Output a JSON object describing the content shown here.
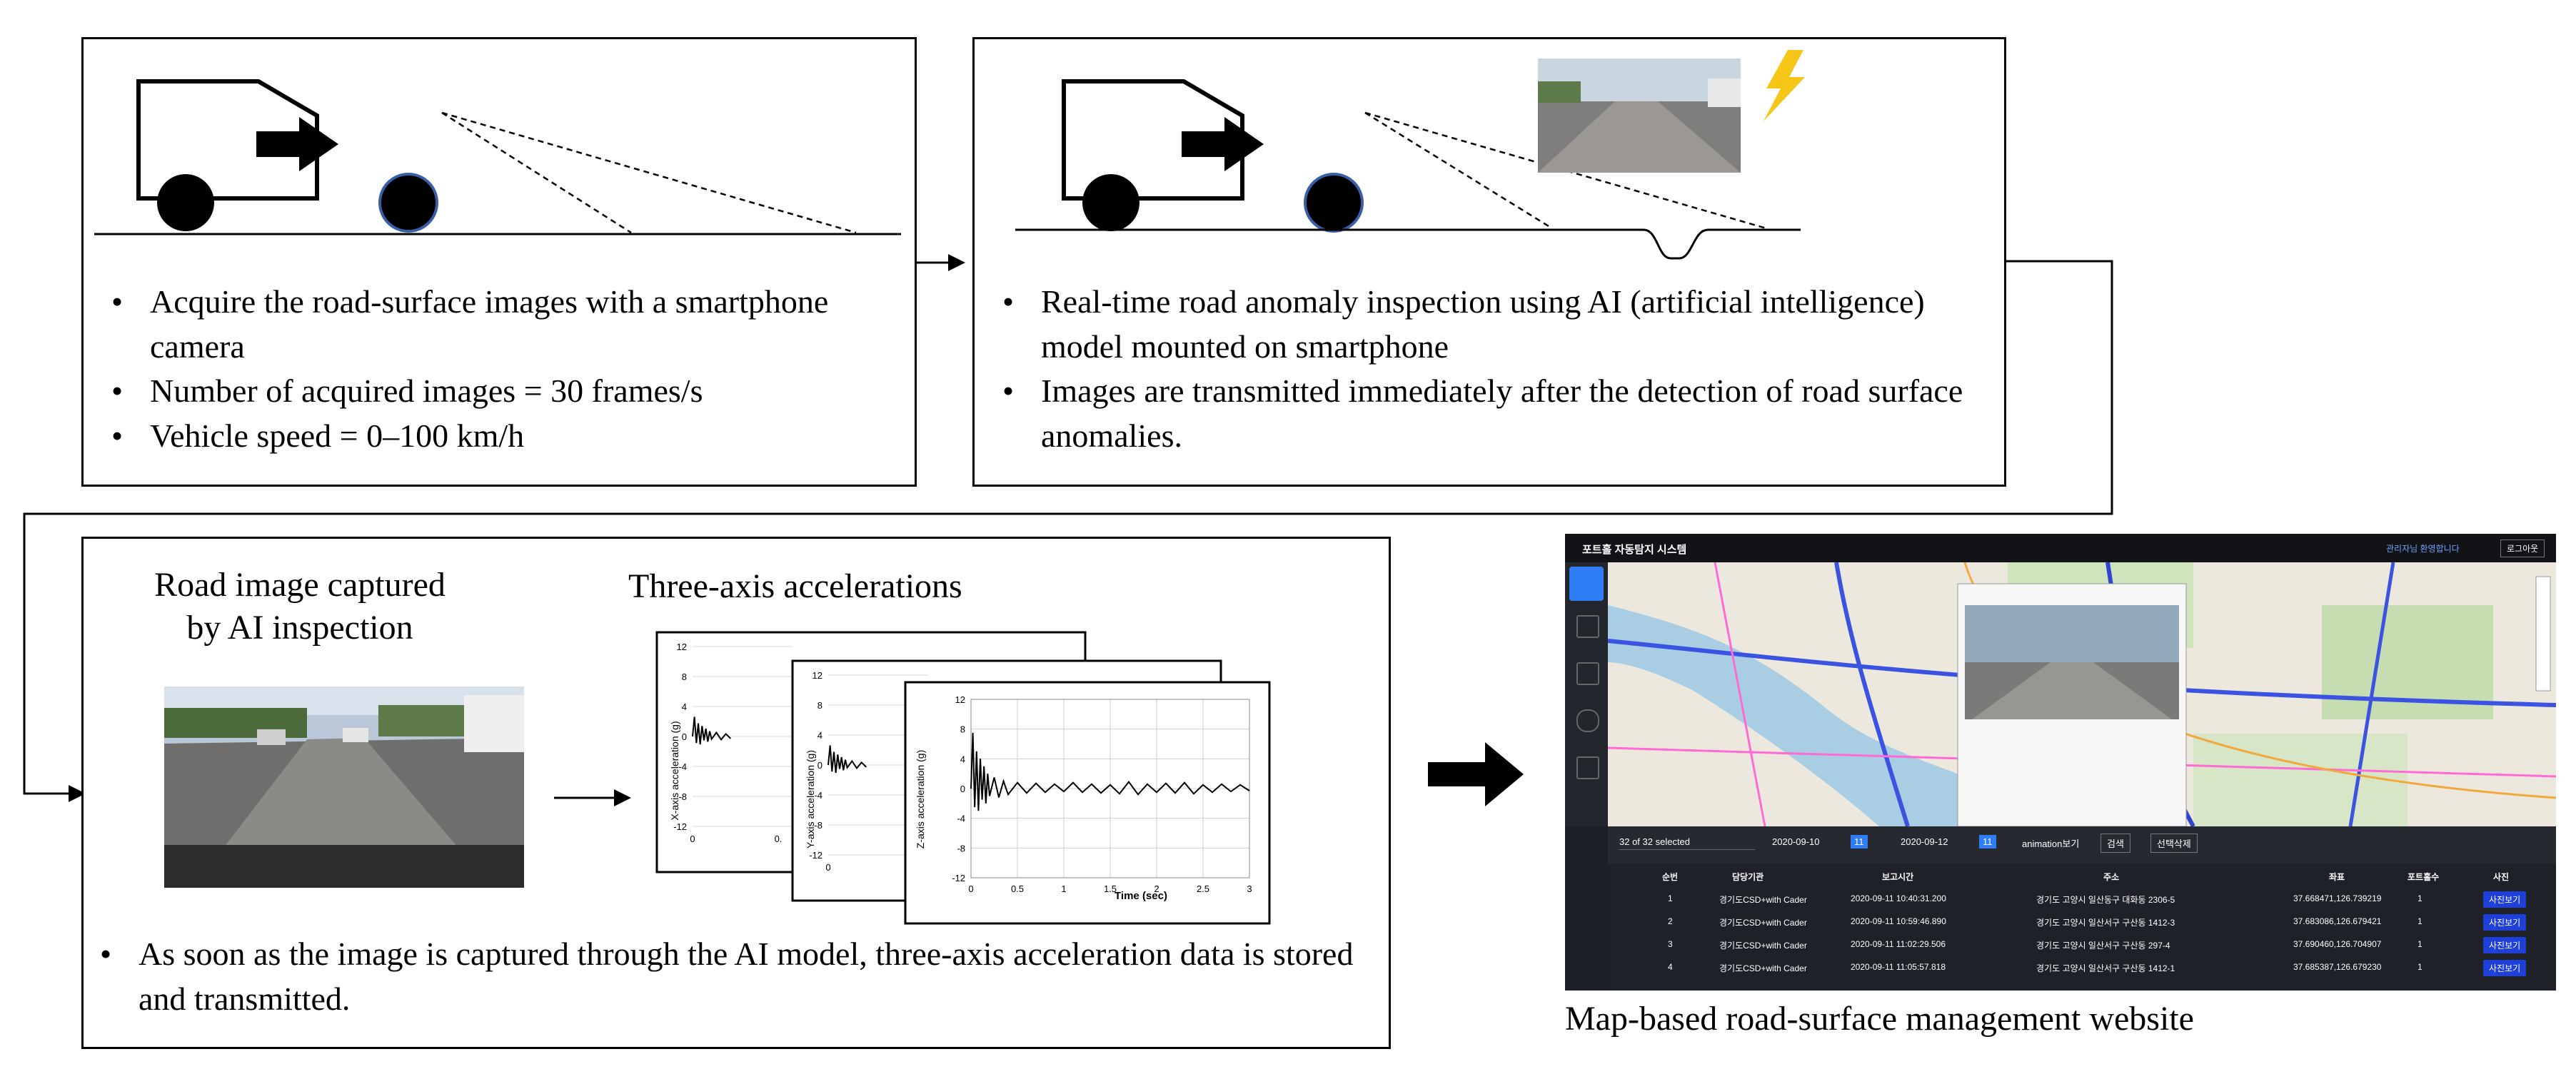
{
  "panel1": {
    "bullets": [
      "Acquire the road-surface images with a smartphone camera",
      "Number of acquired images = 30 frames/s",
      "Vehicle speed = 0–100 km/h"
    ]
  },
  "panel2": {
    "bullets": [
      "Real-time road anomaly inspection using AI (artificial intelligence)  model mounted on smartphone",
      "Images are transmitted immediately after the detection of road surface anomalies."
    ]
  },
  "panel3": {
    "road_caption": "Road image captured by AI inspection",
    "accel_title": "Three-axis  accelerations",
    "bullet": "As soon as the image is captured through the AI model, three-axis acceleration  data is stored and transmitted."
  },
  "charts": {
    "x_ylabel": "X-axis acceleration (g)",
    "y_ylabel": "Y-axis acceleration (g)",
    "z_ylabel": "Z-axis acceleration (g)",
    "xlabel": "Time (sec)",
    "y_ticks": [
      "12",
      "8",
      "4",
      "0",
      "-4",
      "-8",
      "-12"
    ],
    "x_ticks": [
      "0",
      "0.5",
      "1",
      "1.5",
      "2",
      "2.5",
      "3"
    ],
    "back_x_ticks": [
      "0",
      "0."
    ]
  },
  "chart_data": {
    "type": "line",
    "title": "Three-axis  accelerations",
    "xlabel": "Time (sec)",
    "ylabel": "Z-axis acceleration (g)",
    "xlim": [
      0,
      3
    ],
    "ylim": [
      -12,
      12
    ],
    "grid": true,
    "series": [
      {
        "x": [
          0,
          0.02,
          0.04,
          0.06,
          0.08,
          0.1,
          0.12,
          0.14,
          0.16,
          0.18,
          0.2,
          0.25,
          0.3,
          0.35,
          0.4,
          0.5,
          0.6,
          0.7,
          0.8,
          0.9,
          1.0,
          1.1,
          1.2,
          1.3,
          1.4,
          1.5,
          1.6,
          1.7,
          1.8,
          1.9,
          2.0,
          2.1,
          2.2,
          2.3,
          2.4,
          2.5,
          2.6,
          2.7,
          2.8,
          2.9,
          3.0
        ],
        "values": [
          0,
          7.5,
          -2.5,
          5,
          -3,
          4,
          -1.5,
          3,
          -2,
          2,
          -1,
          1.5,
          -1.2,
          1,
          -0.8,
          0.8,
          -0.6,
          0.7,
          -0.5,
          0.6,
          -0.4,
          0.8,
          -0.5,
          0.6,
          -0.6,
          0.5,
          -0.7,
          0.9,
          -0.8,
          0.6,
          -0.5,
          0.7,
          -0.6,
          0.8,
          -0.7,
          0.5,
          -0.5,
          0.6,
          -0.4,
          0.5,
          -0.3
        ]
      }
    ]
  },
  "website": {
    "caption": "Map-based road-surface management website",
    "app_title": "포트홀 자동탐지 시스템",
    "user_text": "관리자님 환영합니다",
    "logout": "로그아웃",
    "filter": {
      "selected": "32 of 32 selected",
      "date_from": "2020-09-10",
      "date_to": "2020-09-12",
      "hour": "11",
      "animation": "animation보기",
      "search": "검색",
      "delete": "선택삭제"
    },
    "columns": [
      "순번",
      "담당기관",
      "보고시간",
      "주소",
      "좌표",
      "포트홀수",
      "사진"
    ],
    "rows": [
      {
        "no": "1",
        "agency": "경기도CSD+with Cader",
        "time": "2020-09-11 10:40:31.200",
        "addr": "경기도 고양시 일산동구 대화동 2306-5",
        "coord": "37.668471,126.739219",
        "count": "1",
        "btn": "사진보기"
      },
      {
        "no": "2",
        "agency": "경기도CSD+with Cader",
        "time": "2020-09-11 10:59:46.890",
        "addr": "경기도 고양시 일산서구 구산동 1412-3",
        "coord": "37.683086,126.679421",
        "count": "1",
        "btn": "사진보기"
      },
      {
        "no": "3",
        "agency": "경기도CSD+with Cader",
        "time": "2020-09-11 11:02:29.506",
        "addr": "경기도 고양시 일산서구 구산동 297-4",
        "coord": "37.690460,126.704907",
        "count": "1",
        "btn": "사진보기"
      },
      {
        "no": "4",
        "agency": "경기도CSD+with Cader",
        "time": "2020-09-11 11:05:57.818",
        "addr": "경기도 고양시 일산서구 구산동 1412-1",
        "coord": "37.685387,126.679230",
        "count": "1",
        "btn": "사진보기"
      }
    ]
  }
}
